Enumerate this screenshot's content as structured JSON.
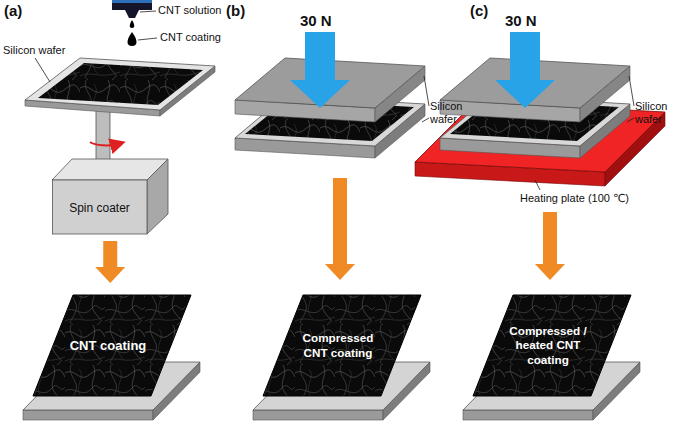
{
  "diagram": {
    "nodes": [
      {
        "text": [
          "Spin coater"
        ]
      },
      {
        "text": [
          "CNT coating"
        ]
      },
      {
        "text": [
          "Compressed CNT coating"
        ]
      },
      {
        "text": [
          "Compressed / heated CNT coating"
        ]
      }
    ],
    "edges": [
      {
        "from": 0,
        "to": 1,
        "arrow": "to"
      }
    ],
    "labels": [
      "(a)",
      "CNT solution",
      "CNT coating",
      "Silicon wafer",
      "(b)",
      "30 N",
      "Silicon wafer",
      "(c)",
      "30 N",
      "Silicon wafer",
      "Heating plate (100 ℃)"
    ]
  }
}
